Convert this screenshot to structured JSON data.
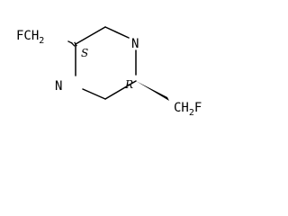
{
  "molecule": {
    "substituent_top_left": {
      "prefix": "FCH",
      "subscript": "2"
    },
    "substituent_bottom_right": {
      "prefix": "CH",
      "subscript": "2",
      "suffix": "F"
    },
    "ring_atoms": {
      "nitrogen_top_right": "N",
      "nitrogen_bottom_left": "N"
    },
    "stereo_descriptors": {
      "upper_stereocenter": "S",
      "lower_stereocenter": "R"
    }
  }
}
